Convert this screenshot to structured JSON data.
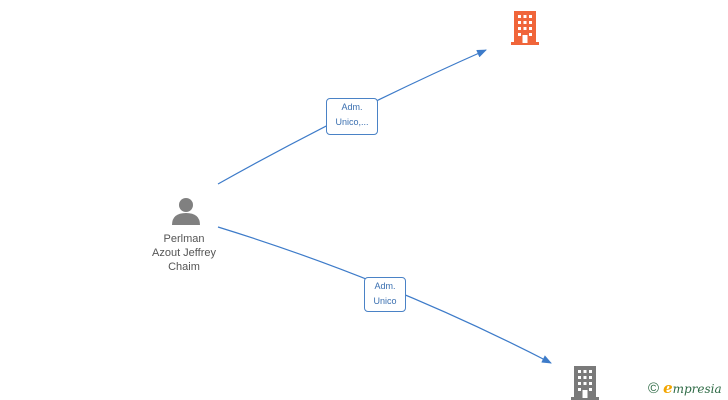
{
  "person": {
    "name_lines": [
      "Perlman",
      "Azout Jeffrey",
      "Chaim"
    ],
    "icon": "person-icon",
    "color": "#808080"
  },
  "companies": [
    {
      "icon": "building-icon",
      "color": "#f0653a"
    },
    {
      "icon": "building-icon",
      "color": "#7a7a7a"
    }
  ],
  "relations": [
    {
      "label_lines": [
        "Adm.",
        "Unico,..."
      ],
      "color": "#4a82c6"
    },
    {
      "label_lines": [
        "Adm.",
        "Unico"
      ],
      "color": "#4a82c6"
    }
  ],
  "watermark": {
    "symbol": "©",
    "brand_initial": "e",
    "brand_rest": "mpresia",
    "brand_color": "#2f6b46",
    "initial_color": "#f2a500"
  }
}
